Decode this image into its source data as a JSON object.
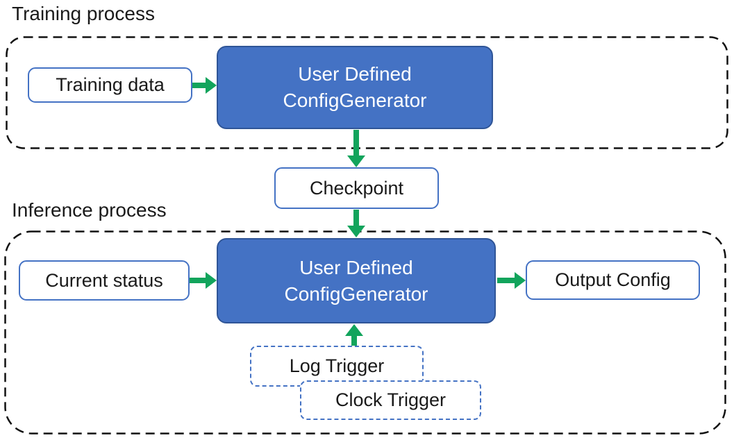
{
  "colors": {
    "accent_blue": "#4472C4",
    "accent_blue_dark": "#2F5597",
    "arrow_green": "#12A45C",
    "text_dark": "#1A1A1A",
    "container_dash": "#111111"
  },
  "sections": {
    "training": {
      "label": "Training process",
      "nodes": {
        "training_data": "Training data",
        "generator_line1": "User Defined",
        "generator_line2": "ConfigGenerator"
      }
    },
    "checkpoint": {
      "label": "Checkpoint"
    },
    "inference": {
      "label": "Inference process",
      "nodes": {
        "current_status": "Current status",
        "generator_line1": "User Defined",
        "generator_line2": "ConfigGenerator",
        "output_config": "Output Config",
        "log_trigger": "Log Trigger",
        "clock_trigger": "Clock Trigger"
      }
    }
  }
}
